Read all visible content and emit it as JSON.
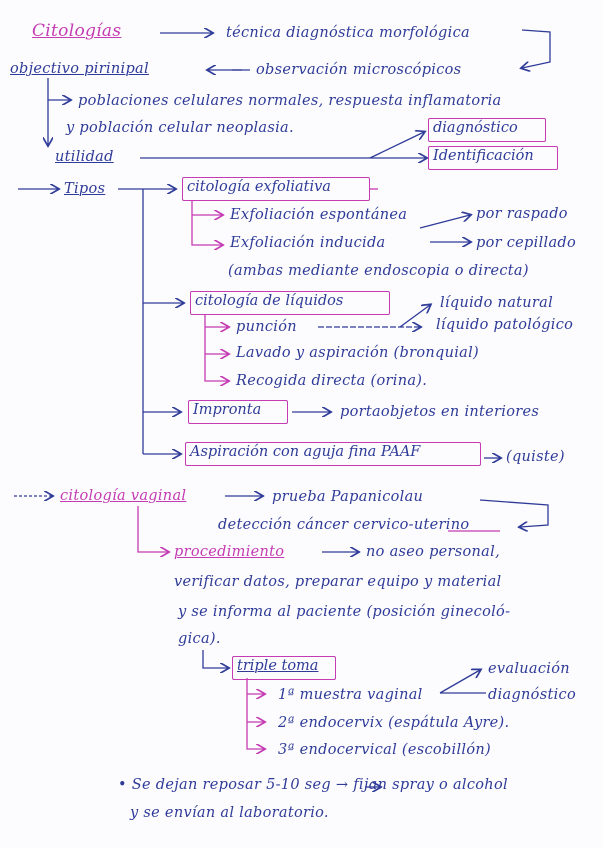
{
  "notes": {
    "title": "Citologías",
    "title_def": "técnica diagnóstica morfológica",
    "objective_label": "objectivo pirinipal",
    "objective_value": "observación microscópicos",
    "obj_line1": "poblaciones celulares normales, respuesta inflamatoria",
    "obj_line2": "y población celular neoplasia.",
    "utility_label": "utilidad",
    "utility_box1": "diagnóstico",
    "utility_box2": "Identificación",
    "types_label": "Tipos",
    "exfol_box": "citología exfoliativa",
    "exfol_1": "Exfoliación espontánea",
    "exfol_2": "Exfoliación inducida",
    "exfol_by1": "por raspado",
    "exfol_by2": "por cepillado",
    "exfol_note": "(ambas mediante endoscopia o directa)",
    "liquid_box": "citología de líquidos",
    "liquid_1": "punción",
    "liquid_nat": "líquido natural",
    "liquid_pat": "líquido patológico",
    "liquid_2": "Lavado y aspiración (bronquial)",
    "liquid_3": "Recogida directa (orina).",
    "imprint_box": "Impronta",
    "imprint_desc": "portaobjetos en interiores",
    "paaf_box": "Aspiración con aguja fina PAAF",
    "paaf_desc": "(quiste)",
    "vaginal_label": "citología vaginal",
    "vaginal_def1": "prueba Papanicolau",
    "vaginal_def2": "detección cáncer cervico-uterino",
    "proc_label": "procedimiento",
    "proc_line1": "no aseo personal,",
    "proc_line2": "verificar datos, preparar equipo y material",
    "proc_line3": "y se informa al paciente (posición ginecoló-",
    "proc_line4": "gica).",
    "triple_box": "triple toma",
    "triple_1": "1ª muestra vaginal",
    "triple_2": "2ª endocervix (espátula Ayre).",
    "triple_3": "3ª endocervical (escobillón)",
    "eval_1": "evaluación",
    "eval_2": "diagnóstico",
    "footer_1": "• Se dejan reposar 5-10 seg → fijan spray o alcohol",
    "footer_2": "y se envían al laboratorio."
  },
  "colors": {
    "ink_blue": "#2f3b98",
    "ink_pink": "#c43bb3",
    "paper": "#fcfcfe"
  }
}
